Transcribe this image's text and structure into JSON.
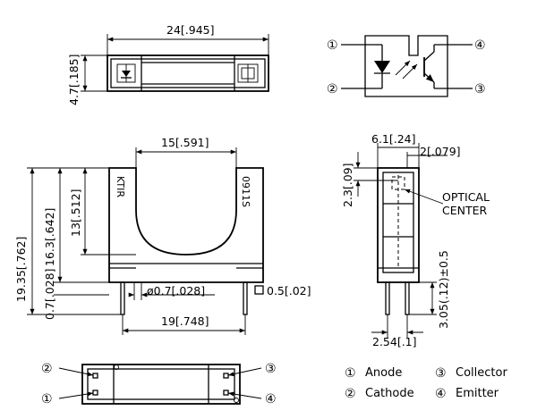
{
  "top_view": {
    "width_dim": "24[.945]",
    "height_dim": "4.7[.185]"
  },
  "schematic": {
    "pin1": "①",
    "pin2": "②",
    "pin3": "③",
    "pin4": "④"
  },
  "front_view": {
    "gap_dim": "15[.591]",
    "total_height_dim": "19.35[.762]",
    "body_height_dim": "16.3[.642]",
    "slot_depth_dim": "13[.512]",
    "base_dim": "0.7[.028]",
    "pin_dia_dim": "ø0.7[.028]",
    "pin_sq_dim": "0.5[.02]",
    "pin_span_dim": "19[.748]",
    "label_left": "KTIR",
    "label_right": "0911S"
  },
  "side_view": {
    "width_dim": "6.1[.24]",
    "offset_dim": "2[.079]",
    "top_dim": "2.3[.09]",
    "optical_label_line1": "OPTICAL",
    "optical_label_line2": "CENTER",
    "lead_len_dim": "3.05(.12)±0.5",
    "pitch_dim": "2.54[.1]"
  },
  "bottom_view": {
    "pin_tl": "②",
    "pin_bl": "①",
    "pin_tr": "③",
    "pin_br": "④"
  },
  "legend": {
    "items": [
      {
        "num": "①",
        "label": "Anode"
      },
      {
        "num": "③",
        "label": "Collector"
      },
      {
        "num": "②",
        "label": "Cathode"
      },
      {
        "num": "④",
        "label": "Emitter"
      }
    ]
  }
}
